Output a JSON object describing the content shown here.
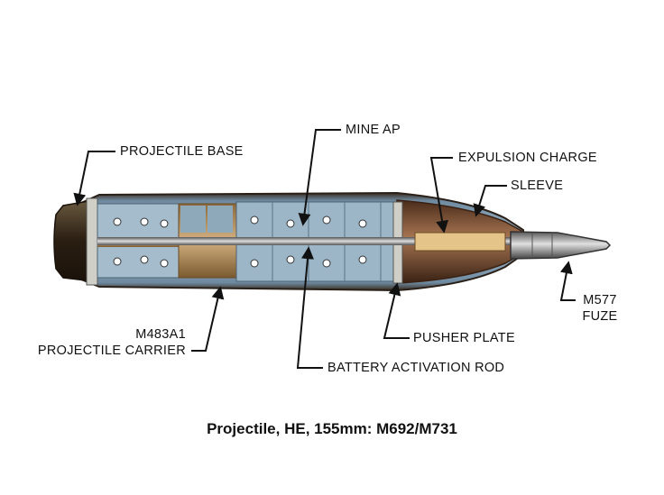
{
  "labels": {
    "mine_ap": "MINE AP",
    "projectile_base": "PROJECTILE BASE",
    "expulsion_charge": "EXPULSION CHARGE",
    "sleeve": "SLEEVE",
    "fuze_model": "M577",
    "fuze": "FUZE",
    "pusher_plate": "PUSHER PLATE",
    "battery_activation_rod": "BATTERY ACTIVATION ROD",
    "carrier_model": "M483A1",
    "projectile_carrier": "PROJECTILE CARRIER"
  },
  "caption": "Projectile, HE, 155mm: M692/M731",
  "colors": {
    "body_blue": "#7f9fb4",
    "mine_blue": "#9cb6c7",
    "base_dark": "#2a1e12",
    "tan": "#c3a070",
    "bronze": "#8c5a3c",
    "fuze_silver": "#b8b8b8",
    "leader_line": "#111111"
  }
}
